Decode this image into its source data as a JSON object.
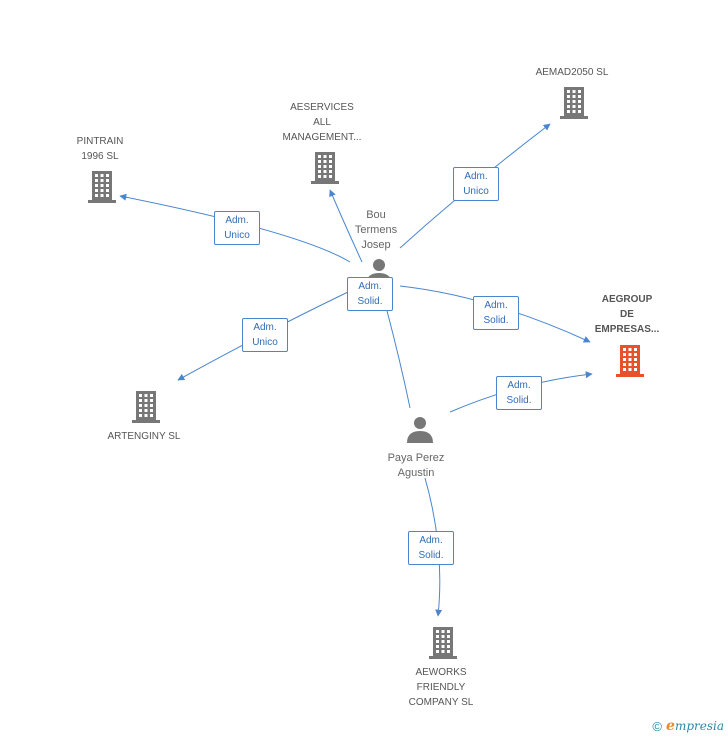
{
  "colors": {
    "edge": "#4a86d0",
    "building": "#777777",
    "highlight": "#e8522a",
    "person": "#777777"
  },
  "nodes": [
    {
      "id": "bou",
      "type": "person",
      "lines": [
        "Bou",
        "Termens",
        "Josep"
      ]
    },
    {
      "id": "paya",
      "type": "person",
      "lines": [
        "Paya Perez",
        "Agustin"
      ]
    },
    {
      "id": "aemad",
      "type": "company",
      "lines": [
        "AEMAD2050 SL"
      ]
    },
    {
      "id": "aeservices",
      "type": "company",
      "lines": [
        "AESERVICES",
        "ALL",
        "MANAGEMENT..."
      ]
    },
    {
      "id": "pintrain",
      "type": "company",
      "lines": [
        "PINTRAIN",
        "1996 SL"
      ]
    },
    {
      "id": "aegroup",
      "type": "company",
      "highlight": true,
      "lines": [
        "AEGROUP",
        "DE",
        "EMPRESAS..."
      ]
    },
    {
      "id": "artenginy",
      "type": "company",
      "lines": [
        "ARTENGINY SL"
      ]
    },
    {
      "id": "aeworks",
      "type": "company",
      "lines": [
        "AEWORKS",
        "FRIENDLY",
        "COMPANY SL"
      ]
    }
  ],
  "edges": [
    {
      "id": "bou-pintrain",
      "lines": [
        "Adm.",
        "Unico"
      ]
    },
    {
      "id": "bou-aeservices",
      "lines": [
        "Adm.",
        "Solid."
      ]
    },
    {
      "id": "bou-aemad",
      "lines": [
        "Adm.",
        "Unico"
      ]
    },
    {
      "id": "bou-aegroup",
      "lines": [
        "Adm.",
        "Solid."
      ]
    },
    {
      "id": "bou-artenginy",
      "lines": [
        "Adm.",
        "Unico"
      ]
    },
    {
      "id": "paya-aegroup",
      "lines": [
        "Adm.",
        "Solid."
      ]
    },
    {
      "id": "paya-aeworks",
      "lines": [
        "Adm.",
        "Solid."
      ]
    }
  ],
  "footer": {
    "copyright": "©",
    "brand_first": "e",
    "brand_rest": "mpresia"
  }
}
